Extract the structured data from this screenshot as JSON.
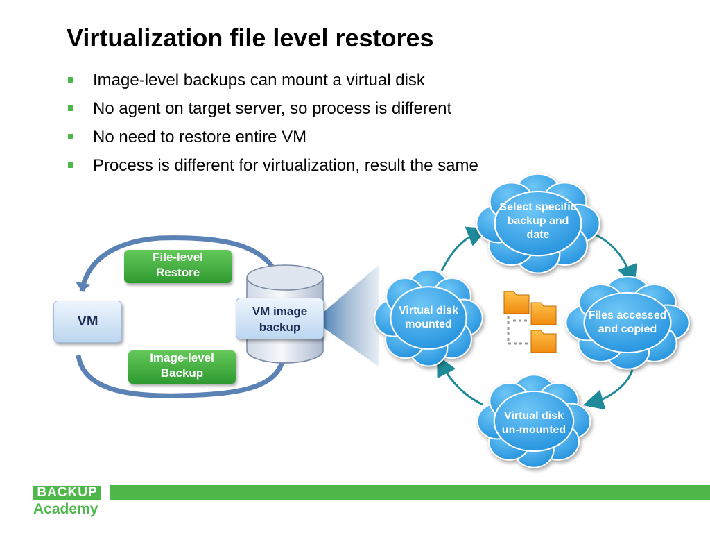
{
  "title": "Virtualization file level restores",
  "bullets": [
    "Image-level backups can mount a virtual disk",
    "No agent on target server, so process is different",
    "No need to restore entire VM",
    "Process is different for virtualization, result the same"
  ],
  "diagram": {
    "vm_label": "VM",
    "file_level_restore": "File-level\nRestore",
    "image_level_backup": "Image-level\nBackup",
    "vm_image_backup": "VM image\nbackup"
  },
  "cycle": {
    "select": "Select specific\nbackup and\ndate",
    "files": "Files accessed\nand copied",
    "unmounted": "Virtual disk\nun-mounted",
    "mounted": "Virtual disk\nmounted"
  },
  "icons": [
    "database-icon",
    "folder-icon",
    "arrow-icon",
    "cloud-icon"
  ],
  "colors": {
    "accent": "#4db849",
    "cloud": "#3aa6e8",
    "arrow": "#1f8a9a"
  },
  "footer": {
    "logo_top": "BACKUP",
    "logo_bottom": "Academy"
  }
}
